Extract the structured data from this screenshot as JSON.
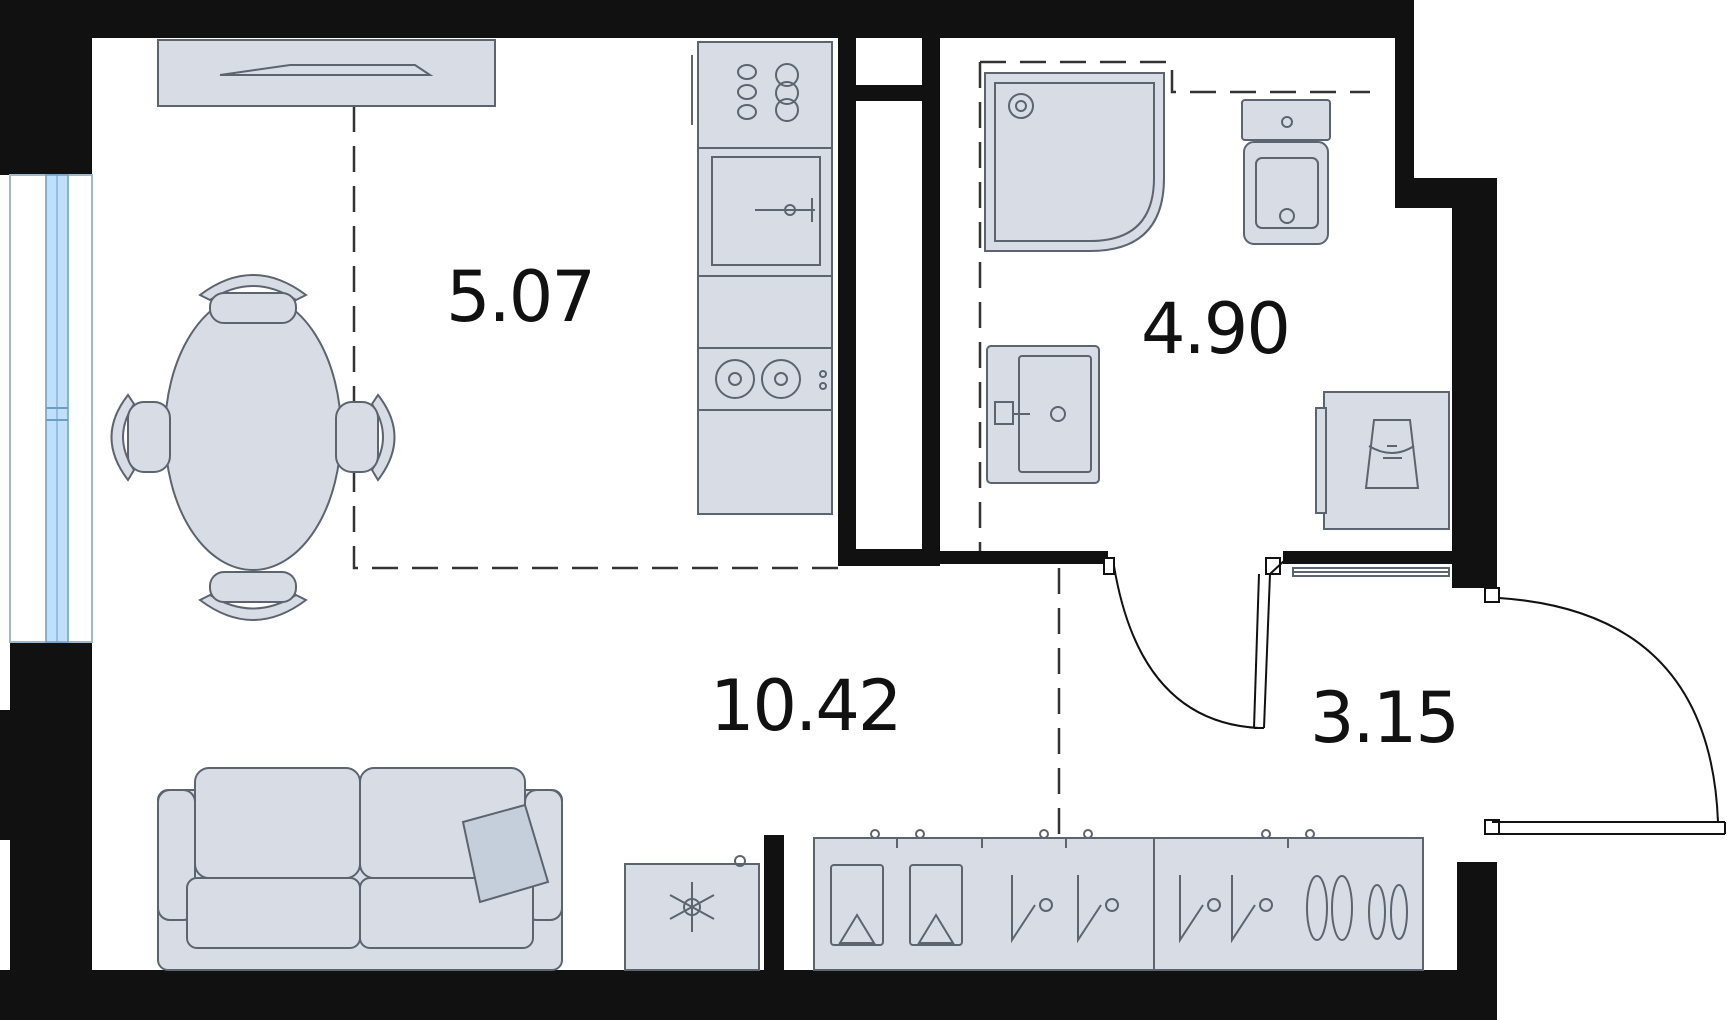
{
  "plan": {
    "rooms": [
      {
        "id": "kitchen",
        "area": "5.07"
      },
      {
        "id": "bathroom",
        "area": "4.90"
      },
      {
        "id": "living",
        "area": "10.42"
      },
      {
        "id": "hallway",
        "area": "3.15"
      }
    ]
  },
  "colors": {
    "wall": "#111111",
    "furniture_fill": "#d8dde5",
    "furniture_stroke": "#5c6470",
    "window_glass": "#bfe0fb",
    "background": "#ffffff"
  },
  "icons": [
    "stove-icon",
    "sink-icon",
    "cooktop-icon",
    "fridge-snowflake-icon",
    "shower-icon",
    "toilet-icon",
    "washbasin-icon",
    "washing-machine-icon",
    "hanger-icon",
    "shoes-icon",
    "door-swing-icon",
    "window-icon"
  ]
}
